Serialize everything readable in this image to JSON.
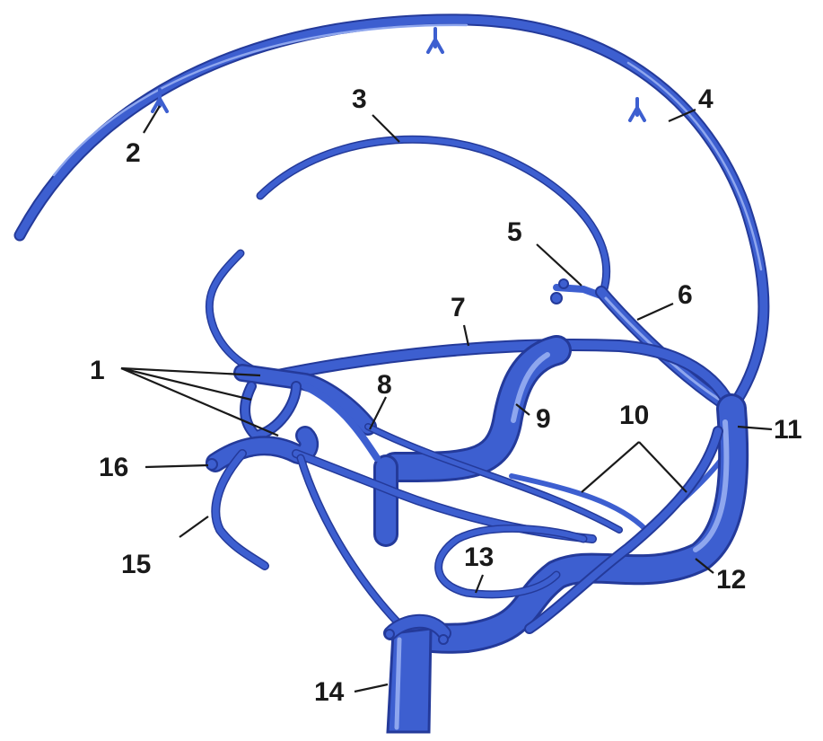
{
  "diagram": {
    "vessel_color": "#3d5fd0",
    "vessel_highlight": "#8ea6ee",
    "vessel_outline": "#243a9a",
    "labels": [
      "1",
      "2",
      "3",
      "4",
      "5",
      "6",
      "7",
      "8",
      "9",
      "10",
      "11",
      "12",
      "13",
      "14",
      "15",
      "16"
    ]
  }
}
